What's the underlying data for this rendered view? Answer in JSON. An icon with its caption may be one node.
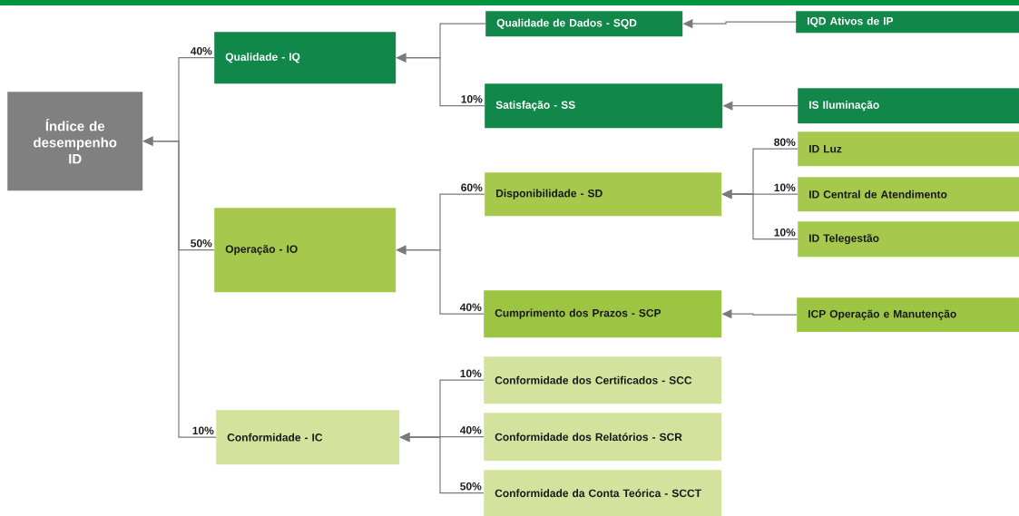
{
  "diagram": {
    "nodes": [
      {
        "text": [
          "Índice de desempenho ID"
        ]
      },
      {
        "text": [
          "Qualidade - IQ"
        ]
      },
      {
        "text": [
          "Qualidade de Dados - SQD"
        ]
      },
      {
        "text": [
          "IQD Ativos de IP"
        ]
      },
      {
        "text": [
          "Satisfação - SS"
        ]
      },
      {
        "text": [
          "IS Iluminação"
        ]
      },
      {
        "text": [
          "Operação - IO"
        ]
      },
      {
        "text": [
          "Disponibilidade - SD"
        ]
      },
      {
        "text": [
          "ID Luz"
        ]
      },
      {
        "text": [
          "ID Central de Atendimento"
        ]
      },
      {
        "text": [
          "ID Telegestão"
        ]
      },
      {
        "text": [
          "Cumprimento dos Prazos - SCP"
        ]
      },
      {
        "text": [
          "ICP Operação e Manutenção"
        ]
      },
      {
        "text": [
          "Conformidade - IC"
        ]
      },
      {
        "text": [
          "Conformidade dos Certificados - SCC"
        ]
      },
      {
        "text": [
          "Conformidade dos Relatórios - SCR"
        ]
      },
      {
        "text": [
          "Conformidade da Conta Teórica - SCCT"
        ]
      }
    ],
    "edges": [
      {
        "from": 1,
        "to": 0,
        "arrow": "to",
        "label": "40%"
      },
      {
        "from": 6,
        "to": 0,
        "arrow": "to",
        "label": "50%"
      },
      {
        "from": 13,
        "to": 0,
        "arrow": "to",
        "label": "10%"
      },
      {
        "from": 2,
        "to": 1,
        "arrow": "to"
      },
      {
        "from": 4,
        "to": 1,
        "arrow": "to",
        "label": "10%"
      },
      {
        "from": 3,
        "to": 2,
        "arrow": "to"
      },
      {
        "from": 5,
        "to": 4,
        "arrow": "to"
      },
      {
        "from": 7,
        "to": 6,
        "arrow": "to",
        "label": "60%"
      },
      {
        "from": 11,
        "to": 6,
        "arrow": "to",
        "label": "40%"
      },
      {
        "from": 8,
        "to": 7,
        "arrow": "to",
        "label": "80%"
      },
      {
        "from": 9,
        "to": 7,
        "arrow": "to",
        "label": "10%"
      },
      {
        "from": 10,
        "to": 7,
        "arrow": "to",
        "label": "10%"
      },
      {
        "from": 12,
        "to": 11,
        "arrow": "to"
      },
      {
        "from": 14,
        "to": 13,
        "arrow": "to",
        "label": "10%"
      },
      {
        "from": 15,
        "to": 13,
        "arrow": "to",
        "label": "40%"
      },
      {
        "from": 16,
        "to": 13,
        "arrow": "to",
        "label": "50%"
      }
    ]
  }
}
